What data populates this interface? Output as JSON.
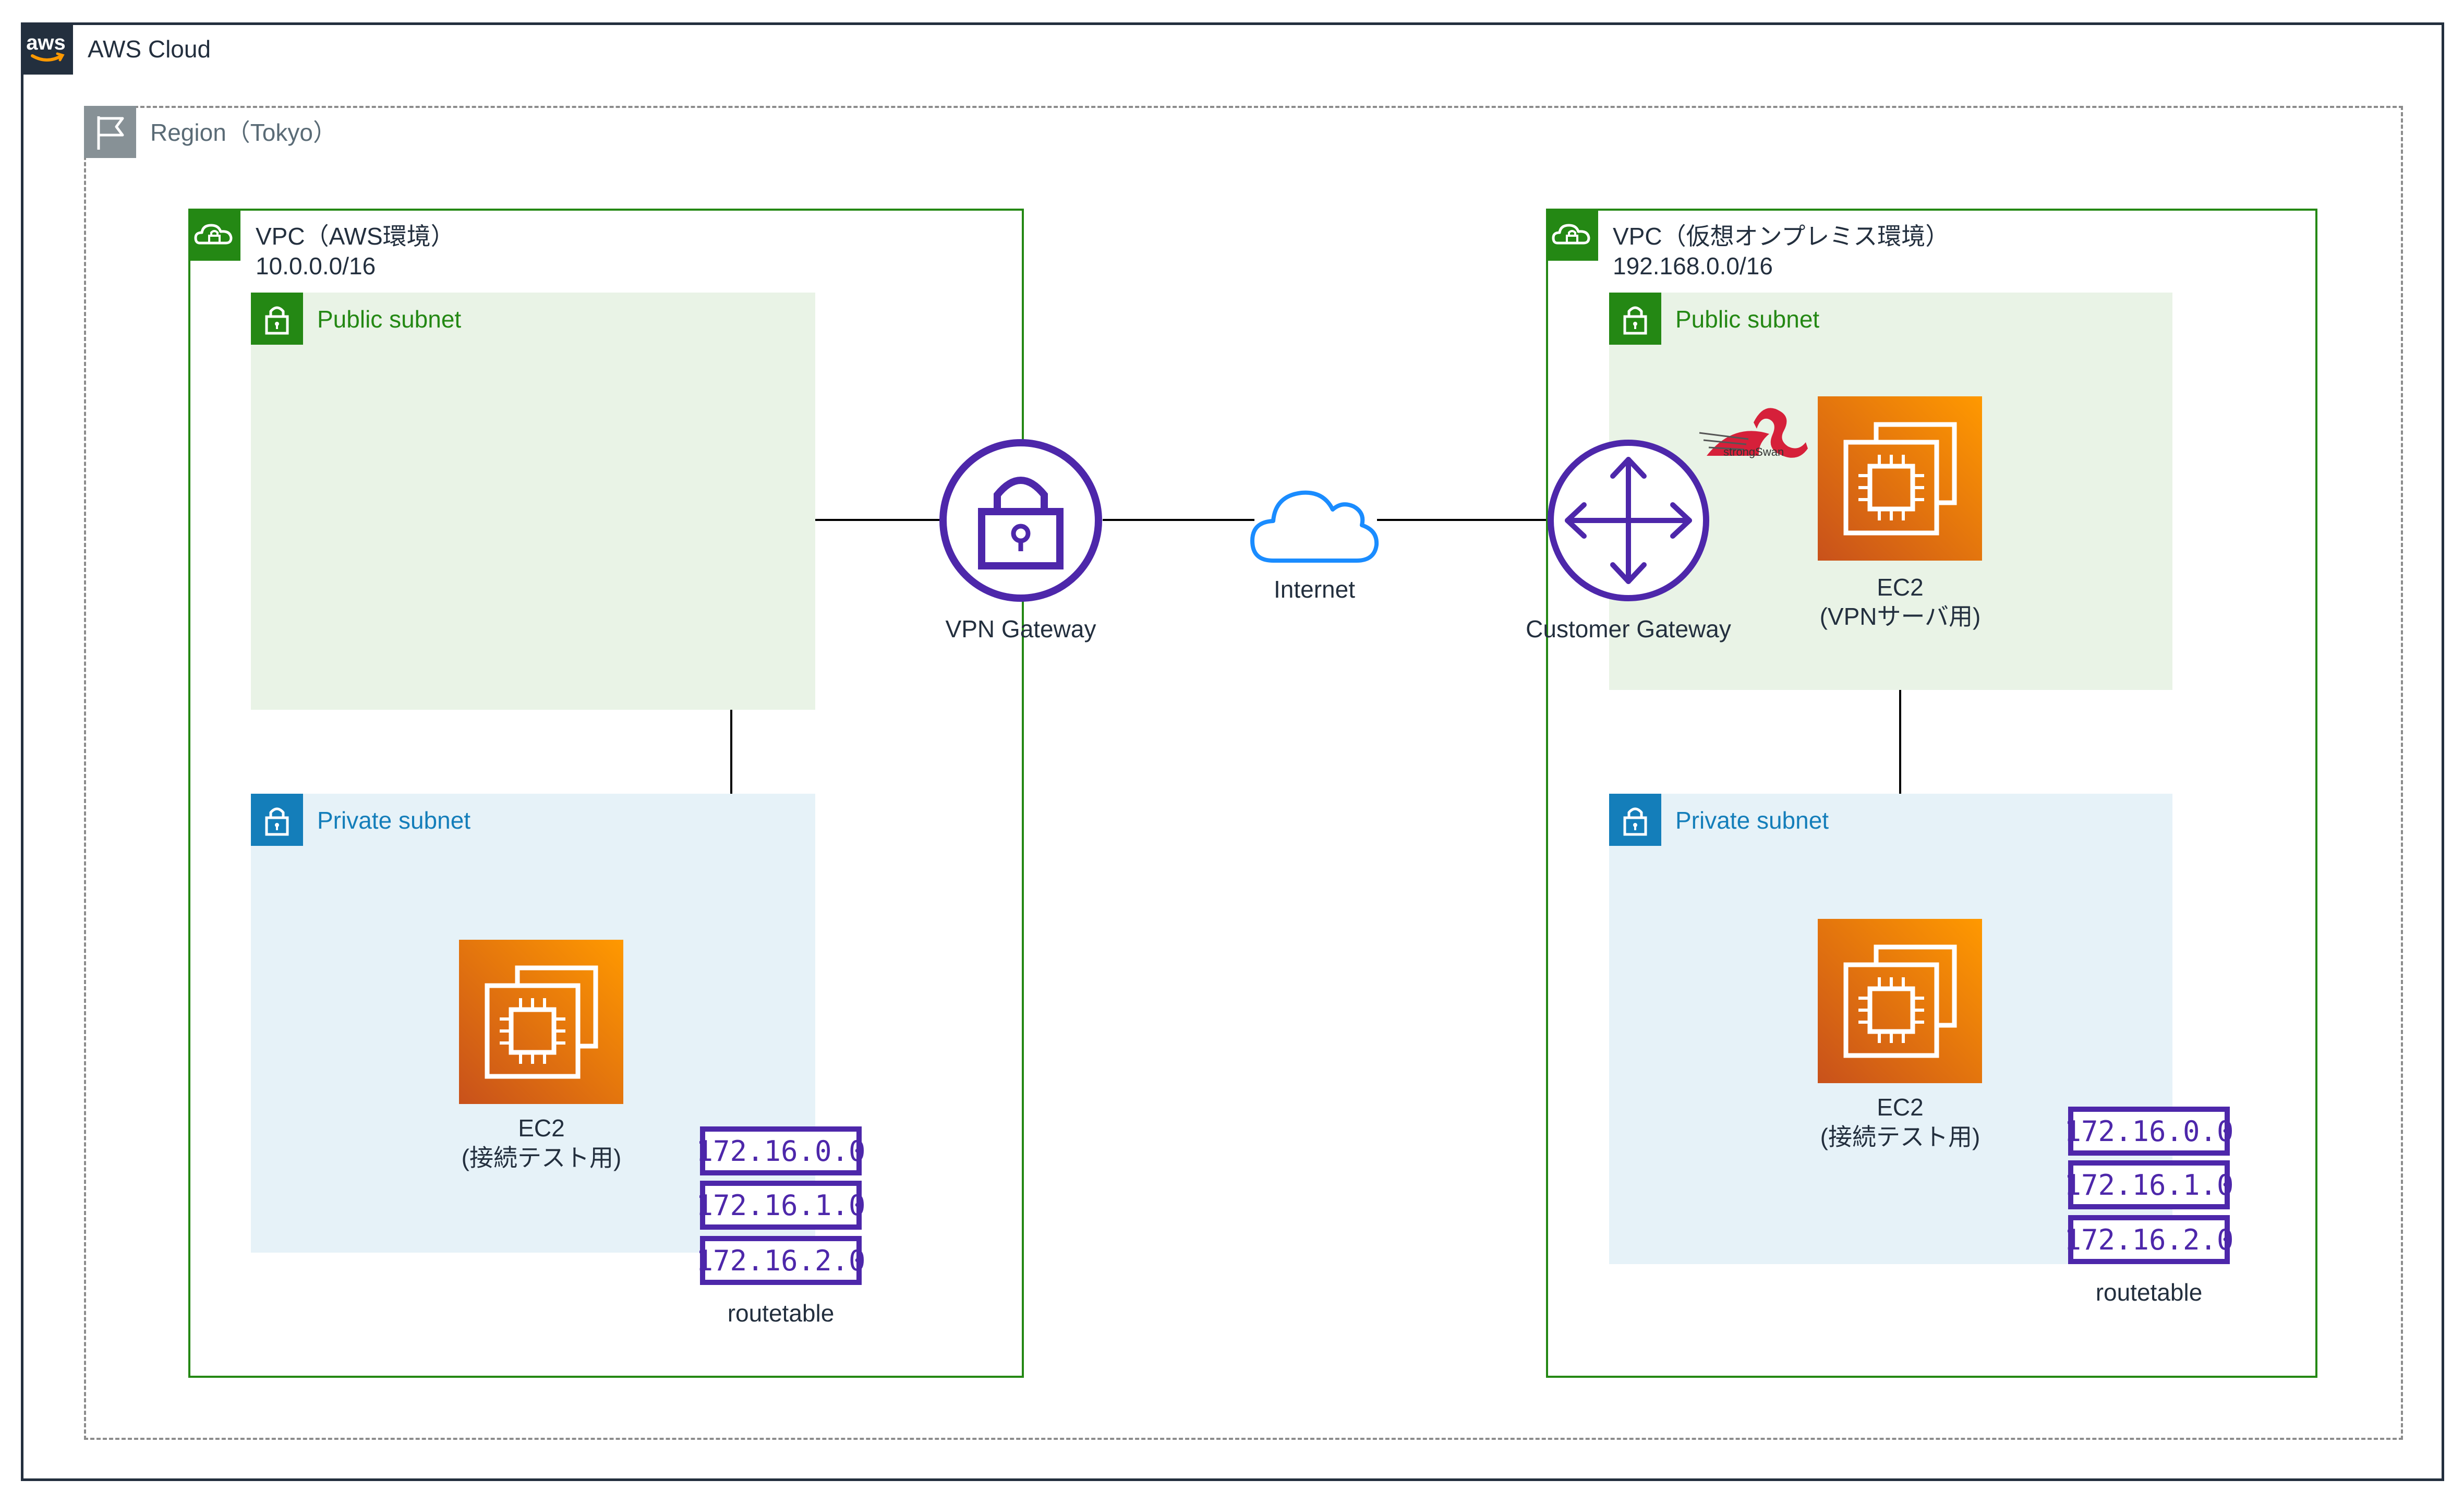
{
  "cloud": {
    "title": "AWS Cloud",
    "logo_text": "aws"
  },
  "region": {
    "title": "Region（Tokyo）"
  },
  "vpc_aws": {
    "title": "VPC（AWS環境）",
    "cidr": "10.0.0.0/16",
    "public_subnet": "Public subnet",
    "private_subnet": "Private subnet",
    "ec2": {
      "name": "EC2",
      "role": "(接続テスト用)"
    },
    "routetable": {
      "routes": [
        "172.16.0.0",
        "172.16.1.0",
        "172.16.2.0"
      ],
      "label": "routetable"
    }
  },
  "vpc_onprem": {
    "title": "VPC（仮想オンプレミス環境）",
    "cidr": "192.168.0.0/16",
    "public_subnet": "Public subnet",
    "private_subnet": "Private subnet",
    "ec2_vpn": {
      "name": "EC2",
      "role": "(VPNサーバ用)"
    },
    "ec2_test": {
      "name": "EC2",
      "role": "(接続テスト用)"
    },
    "routetable": {
      "routes": [
        "172.16.0.0",
        "172.16.1.0",
        "172.16.2.0"
      ],
      "label": "routetable"
    },
    "strongswan_logo": "strongSwan"
  },
  "vpn_gateway": {
    "label": "VPN Gateway"
  },
  "internet": {
    "label": "Internet"
  },
  "customer_gateway": {
    "label": "Customer Gateway"
  },
  "colors": {
    "cloud_border": "#232f3e",
    "region_border": "#8c8c8c",
    "vpc_green": "#248814",
    "public_fill": "#e9f3e6",
    "private_fill": "#e6f2f8",
    "private_blue": "#147eba",
    "gateway_purple": "#4d27aa",
    "ec2_orange_dark": "#c8511b",
    "ec2_orange_light": "#ff9900",
    "internet_blue": "#1a8cff"
  }
}
